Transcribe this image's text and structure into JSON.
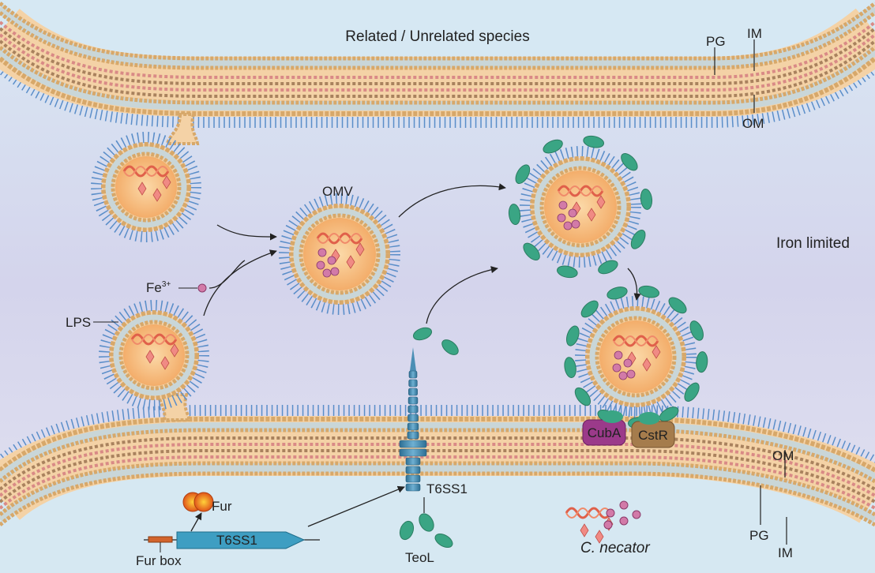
{
  "labels": {
    "top_cell": "Related / Unrelated species",
    "pg_top": "PG",
    "im_top": "IM",
    "om_top": "OM",
    "omv": "OMV",
    "iron": "Iron limited",
    "fe": "Fe",
    "fe_sup": "3+",
    "lps": "LPS",
    "cuba": "CubA",
    "cstr": "CstR",
    "om_bottom": "OM",
    "pg_bottom": "PG",
    "im_bottom": "IM",
    "t6ss_struct": "T6SS1",
    "fur": "Fur",
    "t6ss_gene": "T6SS1",
    "fur_box": "Fur box",
    "teol": "TeoL",
    "species": "C. necator"
  },
  "colors": {
    "medium": "#dcdcee",
    "cytoplasm": "#d6e8f2",
    "membrane": "#f4d2a6",
    "bead": "#d7a86a",
    "lps": "#5b8ec9",
    "vesicle_lumen": "#f6b979",
    "teol": "#3aa584",
    "cuba": "#9b3a8a",
    "cstr": "#a57c4c",
    "gene": "#3e9ec2"
  }
}
